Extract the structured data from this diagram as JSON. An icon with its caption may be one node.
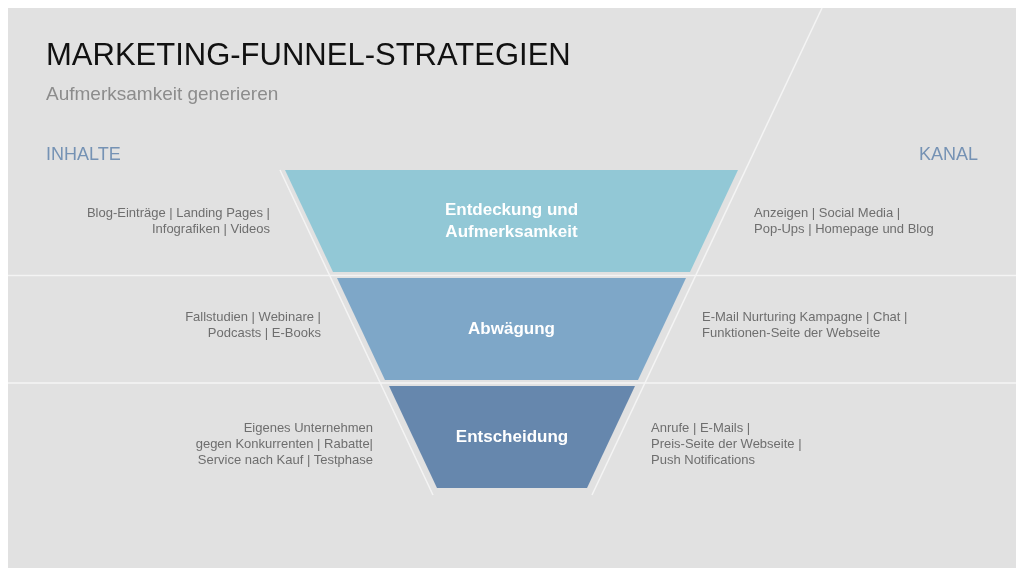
{
  "diagram": {
    "title": "MARKETING-FUNNEL-STRATEGIEN",
    "nodes": [
      {
        "text": [
          "Entdeckung und Aufmerksamkeit"
        ],
        "beside": [
          "Blog-Einträge | Landing Pages | Infografiken | Videos",
          "Anzeigen | Social Media | Pop-Ups | Homepage und Blog"
        ]
      },
      {
        "text": [
          "Abwägung"
        ],
        "beside": [
          "Fallstudien | Webinare | Podcasts | E-Books",
          "E-Mail Nurturing Kampagne | Chat | Funktionen-Seite der Webseite"
        ]
      },
      {
        "text": [
          "Entscheidung"
        ],
        "beside": [
          "Eigenes Unternehmen gegen Konkurrenten | Rabatte| Service nach Kauf | Testphase",
          "Anrufe | E-Mails | Preis-Seite der Webseite | Push Notifications"
        ]
      }
    ],
    "labels": [
      "Aufmerksamkeit generieren",
      "INHALTE",
      "KANAL"
    ]
  }
}
